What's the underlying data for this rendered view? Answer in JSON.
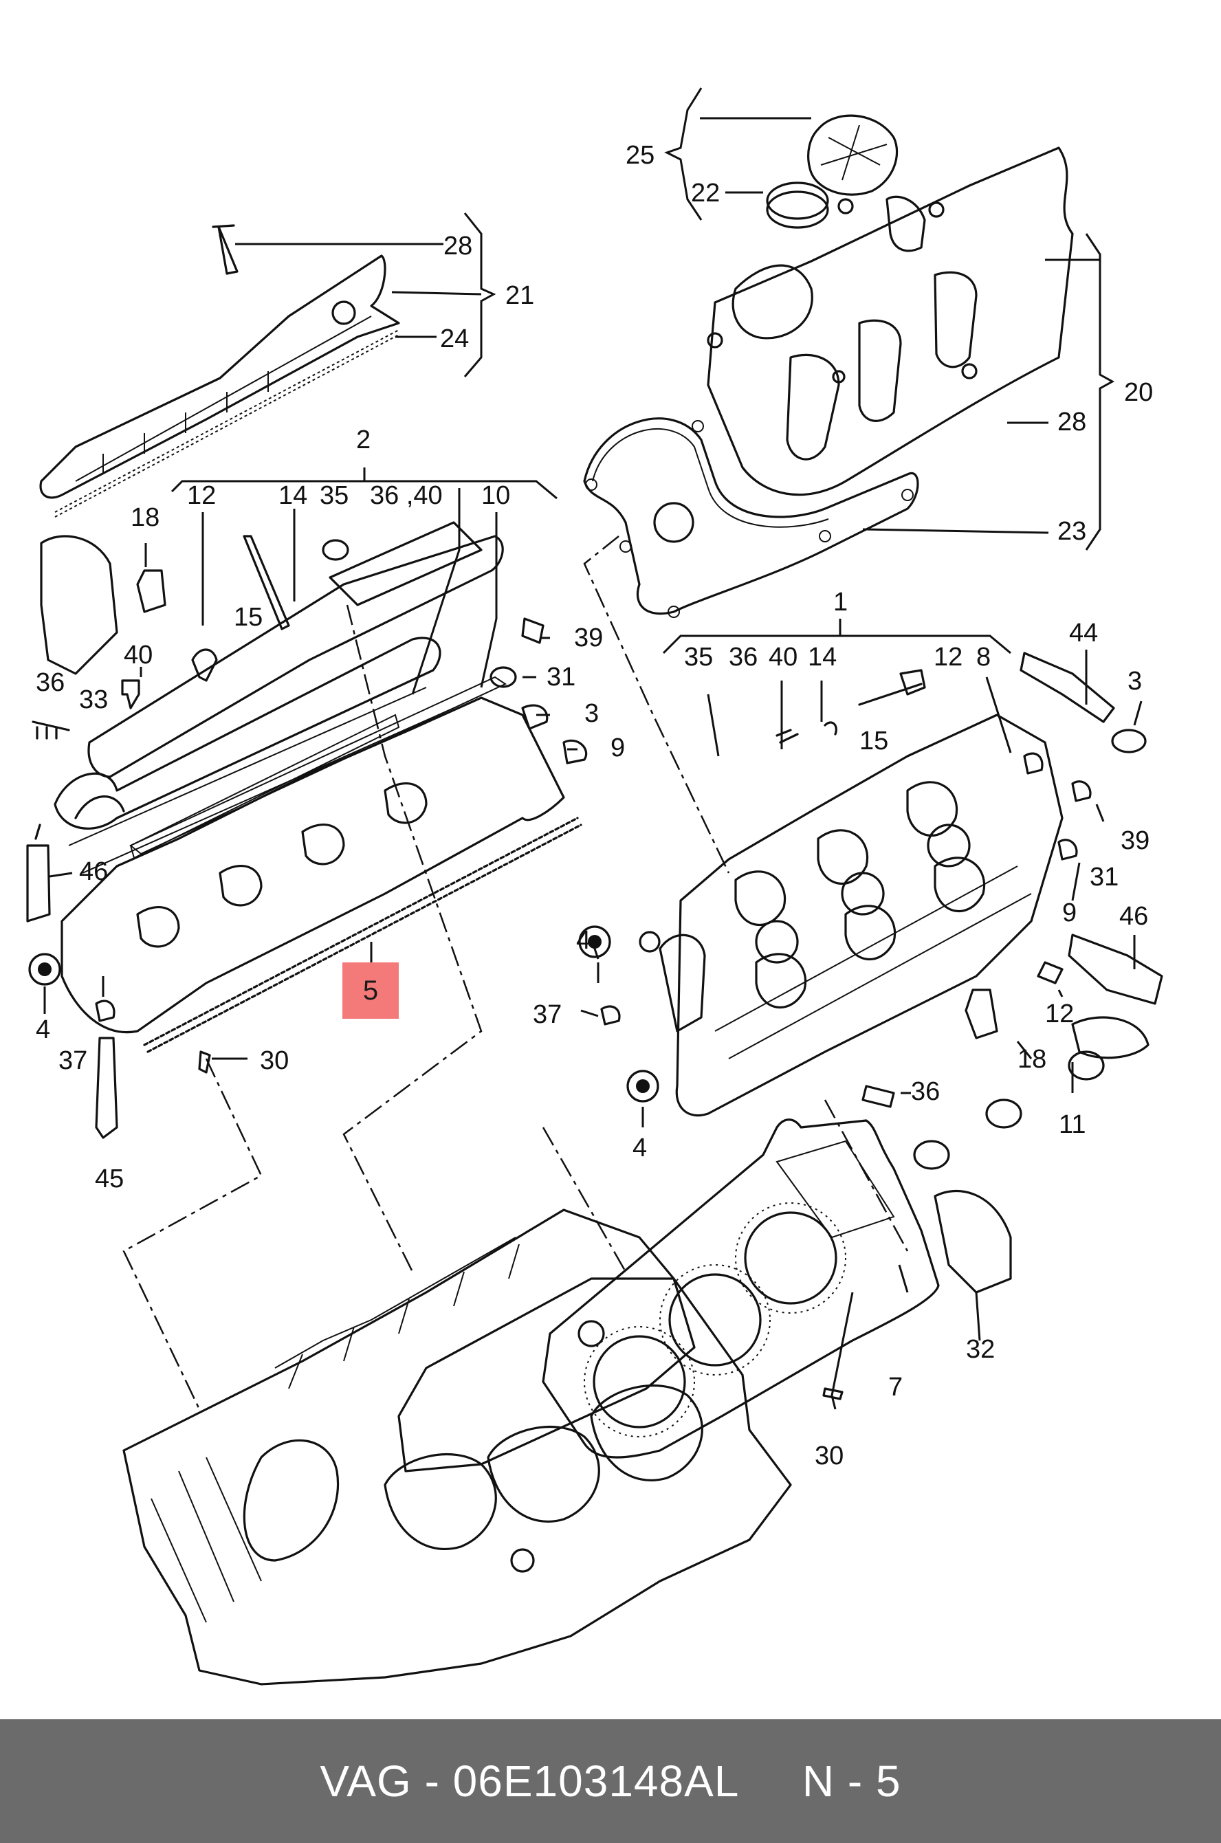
{
  "diagram": {
    "highlight_color": "#f47a7a",
    "highlighted_callout": "5",
    "callouts": {
      "c25": "25",
      "c22": "22",
      "c28a": "28",
      "c21": "21",
      "c24": "24",
      "c20": "20",
      "c28b": "28",
      "c23": "23",
      "c2": "2",
      "c12a": "12",
      "c14a": "14",
      "c35a": "35",
      "c36_40": "36 ,40",
      "c10": "10",
      "c18a": "18",
      "c15a": "15",
      "c40a": "40",
      "c33": "33",
      "c36a": "36",
      "c39a": "39",
      "c31a": "31",
      "c3a": "3",
      "c9a": "9",
      "c46a": "46",
      "c4a": "4",
      "c37a": "37",
      "c45": "45",
      "c30a": "30",
      "c1": "1",
      "c35b": "35",
      "c36b": "36",
      "c40b": "40",
      "c14b": "14",
      "c12b": "12",
      "c8": "8",
      "c44": "44",
      "c3b": "3",
      "c15b": "15",
      "c39b": "39",
      "c31b": "31",
      "c9b": "9",
      "c46b": "46",
      "c12c": "12",
      "c4b": "4",
      "c37b": "37",
      "c18b": "18",
      "c36c": "36",
      "c11": "11",
      "c4c": "4",
      "c32": "32",
      "c7": "7",
      "c30b": "30"
    }
  },
  "footer": {
    "text": "VAG - 06E103148AL     N - 5",
    "background": "#6b6b6b",
    "text_color": "#ffffff"
  }
}
